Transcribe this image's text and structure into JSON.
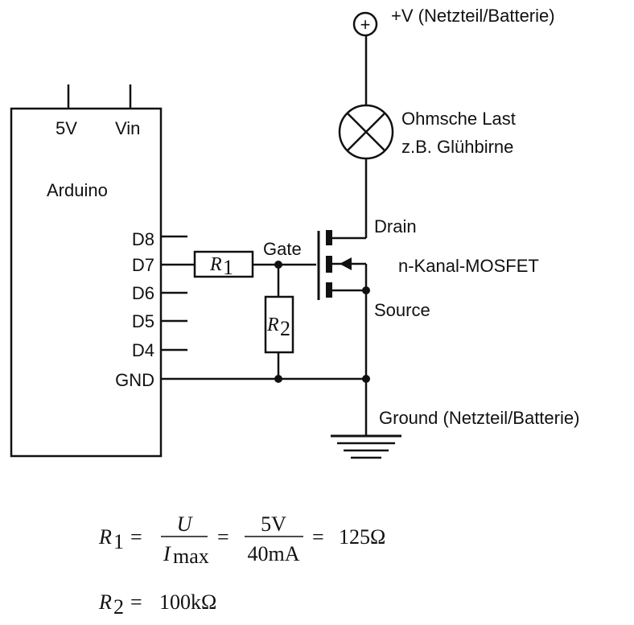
{
  "labels": {
    "supply": "+V (Netzteil/Batterie)",
    "plus_symbol": "+",
    "load_line1": "Ohmsche Last",
    "load_line2": "z.B. Glühbirne",
    "drain": "Drain",
    "gate": "Gate",
    "mosfet": "n-Kanal-MOSFET",
    "source": "Source",
    "ground": "Ground (Netzteil/Batterie)",
    "arduino": "Arduino",
    "pin_5v": "5V",
    "pin_vin": "Vin",
    "pin_d8": "D8",
    "pin_d7": "D7",
    "pin_d6": "D6",
    "pin_d5": "D5",
    "pin_d4": "D4",
    "pin_gnd": "GND"
  },
  "resistors": {
    "r1": {
      "symbol": "R",
      "sub": "1"
    },
    "r2": {
      "symbol": "R",
      "sub": "2"
    }
  },
  "formulas": {
    "f1": {
      "lhs": "R",
      "lhs_sub": "1",
      "eq": "=",
      "frac1_num": "U",
      "frac1_den": "I",
      "frac1_den_sub": "max",
      "frac2_num": "5V",
      "frac2_den": "40mA",
      "result": "125Ω"
    },
    "f2": {
      "lhs": "R",
      "lhs_sub": "2",
      "eq": "=",
      "value": "100kΩ"
    }
  }
}
